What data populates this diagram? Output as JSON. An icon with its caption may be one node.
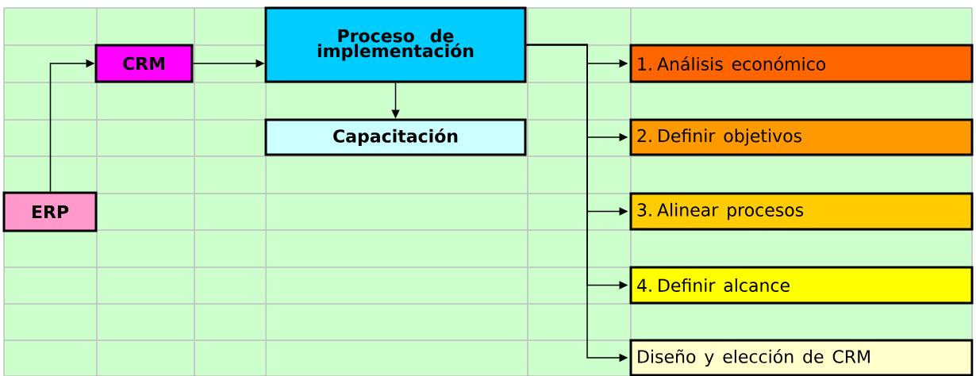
{
  "diagram": {
    "nodes": [
      {
        "text": [
          "ERP"
        ]
      },
      {
        "text": [
          "CRM"
        ]
      },
      {
        "text": [
          "Proceso de implementación"
        ]
      },
      {
        "text": [
          "Capacitación"
        ]
      },
      {
        "text": [
          "1. Análisis económico"
        ]
      },
      {
        "text": [
          "2. Definir objetivos"
        ]
      },
      {
        "text": [
          "3. Alinear procesos"
        ]
      },
      {
        "text": [
          "4. Definir alcance"
        ]
      },
      {
        "text": [
          "Diseño y elección de CRM"
        ]
      }
    ],
    "edges": [
      {
        "from": 0,
        "to": 1,
        "arrow": "to"
      },
      {
        "from": 1,
        "to": 2,
        "arrow": "to"
      },
      {
        "from": 2,
        "to": 3,
        "arrow": "to"
      },
      {
        "from": 2,
        "to": 4,
        "arrow": "to"
      },
      {
        "from": 2,
        "to": 5,
        "arrow": "to"
      },
      {
        "from": 2,
        "to": 6,
        "arrow": "to"
      },
      {
        "from": 2,
        "to": 7,
        "arrow": "to"
      },
      {
        "from": 2,
        "to": 8,
        "arrow": "to"
      }
    ]
  }
}
